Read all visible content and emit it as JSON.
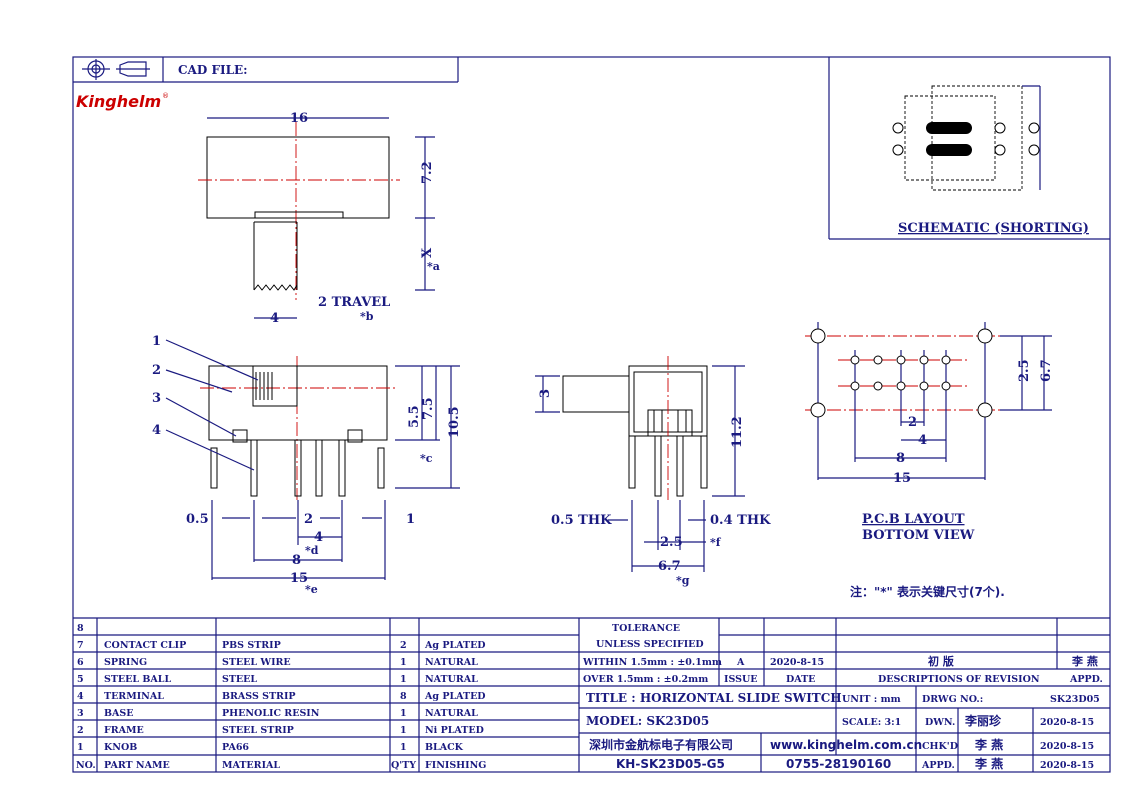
{
  "header": {
    "cad_label": "CAD FILE:",
    "brand": "Kinghelm",
    "brand_mark": "®"
  },
  "colors": {
    "frame": "#1a1a80",
    "centerline": "#cc0000",
    "brand": "#cc0000"
  },
  "top_view": {
    "width": "16",
    "height": "7.2",
    "x": "X",
    "a": "*a",
    "knob": "4",
    "travel": "2 TRAVEL",
    "b": "*b"
  },
  "front_view": {
    "callouts": [
      "1",
      "2",
      "3",
      "4"
    ],
    "h1": "5.5",
    "h2": "7.5",
    "h3": "10.5",
    "c": "*c",
    "pin_w": "0.5",
    "pitch": "2",
    "edge": "1",
    "d_dim": "4",
    "d": "*d",
    "e_dim": "8",
    "total": "15",
    "e": "*e"
  },
  "side_view": {
    "knob_h": "3",
    "height": "11.2",
    "thk_l": "0.5 THK",
    "thk_r": "0.4 THK",
    "f_dim": "2.5",
    "f": "*f",
    "g_dim": "6.7",
    "g": "*g"
  },
  "pcb": {
    "d1": "2",
    "d2": "4",
    "d3": "8",
    "d4": "15",
    "v1": "2.5",
    "v2": "6.7",
    "title": "P.C.B LAYOUT",
    "sub": "BOTTOM VIEW",
    "note": "注：\"*\" 表示关键尺寸(7个)."
  },
  "schematic": {
    "title": "SCHEMATIC (SHORTING)"
  },
  "bom": {
    "rows": [
      {
        "no": "8",
        "part": "",
        "mat": "",
        "qty": "",
        "fin": ""
      },
      {
        "no": "7",
        "part": "CONTACT CLIP",
        "mat": "PBS STRIP",
        "qty": "2",
        "fin": "Ag PLATED"
      },
      {
        "no": "6",
        "part": "SPRING",
        "mat": "STEEL WIRE",
        "qty": "1",
        "fin": "NATURAL"
      },
      {
        "no": "5",
        "part": "STEEL BALL",
        "mat": "STEEL",
        "qty": "1",
        "fin": "NATURAL"
      },
      {
        "no": "4",
        "part": "TERMINAL",
        "mat": "BRASS STRIP",
        "qty": "8",
        "fin": "Ag PLATED"
      },
      {
        "no": "3",
        "part": "BASE",
        "mat": "PHENOLIC RESIN",
        "qty": "1",
        "fin": "NATURAL"
      },
      {
        "no": "2",
        "part": "FRAME",
        "mat": "STEEL STRIP",
        "qty": "1",
        "fin": "Ni PLATED"
      },
      {
        "no": "1",
        "part": "KNOB",
        "mat": "PA66",
        "qty": "1",
        "fin": "BLACK"
      }
    ],
    "header": {
      "no": "NO.",
      "part": "PART   NAME",
      "mat": "MATERIAL",
      "qty": "Q'TY",
      "fin": "FINISHING"
    }
  },
  "title_block": {
    "tol1": "TOLERANCE",
    "tol2": "UNLESS   SPECIFIED",
    "within": "WITHIN 1.5mm : ±0.1mm",
    "over": "OVER 1.5mm : ±0.2mm",
    "rev_a": "A",
    "rev_date": "2020-8-15",
    "issue": "ISSUE",
    "date": "DATE",
    "signer_top": "初 版",
    "signer_top2": "李 燕",
    "desc_rev": "DESCRIPTIONS OF REVISION",
    "appd": "APPD.",
    "title": "TITLE :  HORIZONTAL SLIDE SWITCH",
    "unit": "UNIT :  mm",
    "drwg": "DRWG NO.:",
    "drwg_no": "SK23D05",
    "model": "MODEL:  SK23D05",
    "scale": "SCALE:  3:1",
    "dwn": "DWN.",
    "dwn_name": "李丽珍",
    "dwn_date": "2020-8-15",
    "company": "深圳市金航标电子有限公司",
    "web": "www.kinghelm.com.cn",
    "chkd": "CHK'D",
    "chkd_name": "李 燕",
    "chkd_date": "2020-8-15",
    "part_no": "KH-SK23D05-G5",
    "phone": "0755-28190160",
    "appd2": "APPD.",
    "appd_name": "李 燕",
    "appd_date": "2020-8-15"
  }
}
